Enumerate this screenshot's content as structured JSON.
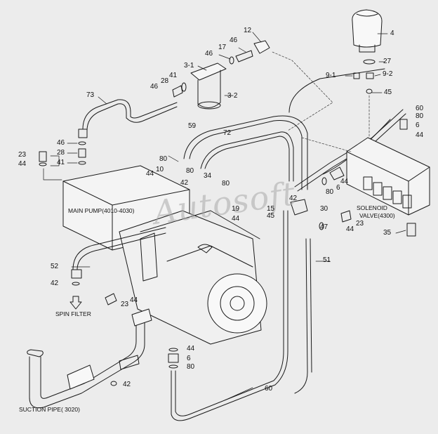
{
  "labels": {
    "n12": "12",
    "n4": "4",
    "n46a": "46",
    "n17": "17",
    "n46b": "46",
    "n27": "27",
    "n3_1": "3-1",
    "n41a": "41",
    "n28a": "28",
    "n46c": "46",
    "n3_2": "3-2",
    "n9_1": "9-1",
    "n9_2": "9-2",
    "n45a": "45",
    "n73": "73",
    "n60a": "60",
    "n80a": "80",
    "n6a": "6",
    "n44a": "44",
    "n59": "59",
    "n72": "72",
    "n46d": "46",
    "n28b": "28",
    "n41b": "41",
    "n23a": "23",
    "n44b": "44",
    "n80b": "80",
    "n44c": "44",
    "n10": "10",
    "n80c": "80",
    "n34": "34",
    "n42a": "42",
    "n80d": "80",
    "n44d": "44",
    "n6b": "6",
    "n80e": "80",
    "n42b": "42",
    "n30": "30",
    "n19": "19",
    "n15": "15",
    "n45b": "45",
    "n44e": "44",
    "n23b": "23",
    "n47": "47",
    "n44f": "44",
    "n35": "35",
    "n52": "52",
    "n42c": "42",
    "n23c": "23",
    "n44g": "44",
    "n51": "51",
    "n44h": "44",
    "n6c": "6",
    "n80f": "80",
    "n42d": "42",
    "n60b": "60"
  },
  "descriptions": {
    "main_pump": "MAIN PUMP(4010-4030)",
    "solenoid_line1": "SOLENOID",
    "solenoid_line2": "VALVE(4300)",
    "spin_filter": "SPIN FILTER",
    "suction_pipe": "SUCTION PIPE( 3020)"
  },
  "watermark": "Autosoft",
  "colors": {
    "background": "#ececec",
    "line": "#1a1a1a",
    "label": "#111111"
  }
}
